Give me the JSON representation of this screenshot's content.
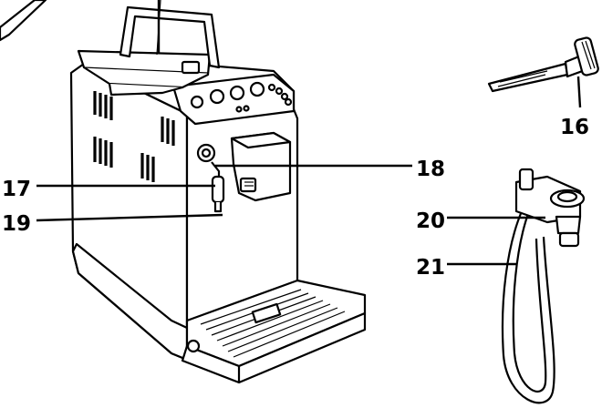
{
  "labels": {
    "l16": "16",
    "l17": "17",
    "l18": "18",
    "l19": "19",
    "l20": "20",
    "l21": "21"
  }
}
